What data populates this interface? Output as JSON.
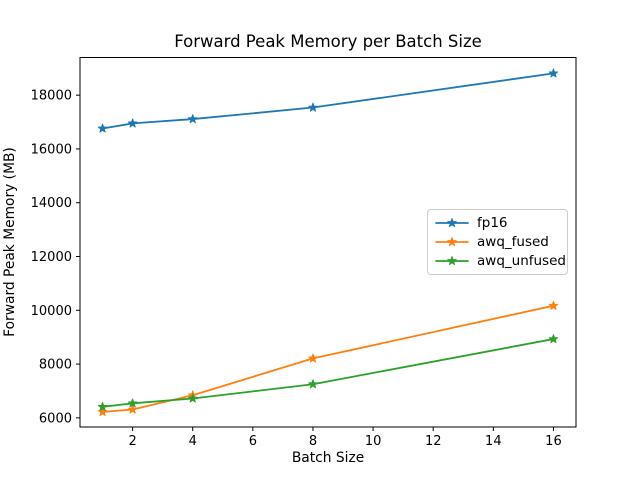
{
  "chart_data": {
    "type": "line",
    "title": "Forward Peak Memory per Batch Size",
    "xlabel": "Batch Size",
    "ylabel": "Forward Peak Memory (MB)",
    "x": [
      1,
      2,
      4,
      8,
      16
    ],
    "series": [
      {
        "name": "fp16",
        "color": "#1f77b4",
        "values": [
          16760,
          16950,
          17110,
          17540,
          18810
        ]
      },
      {
        "name": "awq_fused",
        "color": "#ff7f0e",
        "values": [
          6220,
          6310,
          6840,
          8210,
          10170
        ]
      },
      {
        "name": "awq_unfused",
        "color": "#2ca02c",
        "values": [
          6410,
          6540,
          6720,
          7250,
          8930
        ]
      }
    ],
    "marker": "star",
    "grid": false,
    "legend_position": "center-right",
    "xticks": [
      2,
      4,
      6,
      8,
      10,
      12,
      14,
      16
    ],
    "yticks": [
      6000,
      8000,
      10000,
      12000,
      14000,
      16000,
      18000
    ],
    "xlim": [
      0.25,
      16.75
    ],
    "ylim": [
      5660,
      19400
    ],
    "frame_color": "#000000",
    "background_color": "#ffffff"
  }
}
